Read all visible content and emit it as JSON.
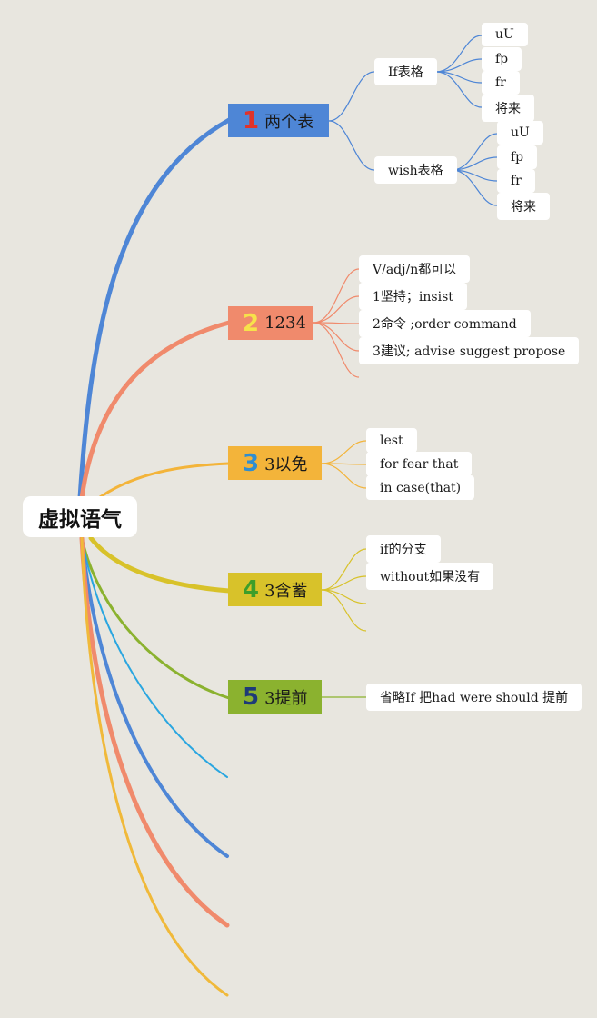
{
  "root": {
    "label": "虚拟语气"
  },
  "colors": {
    "blue": "#4e86d6",
    "salmon": "#f08a6c",
    "orange": "#f3b43a",
    "mustard": "#d8c22a",
    "olive": "#8bb22f",
    "cyan": "#2aa6e0",
    "yellow": "#f0b93a",
    "bg": "#e8e6df"
  },
  "branches": [
    {
      "num": "1",
      "label": "两个表",
      "fill": "#4e86d6",
      "num_color": "#e0332a"
    },
    {
      "num": "2",
      "label": "1234",
      "fill": "#f08a6c",
      "num_color": "#f7e24a"
    },
    {
      "num": "3",
      "label": "3以免",
      "fill": "#f3b43a",
      "num_color": "#2f8ed0"
    },
    {
      "num": "4",
      "label": "3含蓄",
      "fill": "#d8c22a",
      "num_color": "#3d9e2a"
    },
    {
      "num": "5",
      "label": "3提前",
      "fill": "#8bb22f",
      "num_color": "#1d3a78"
    }
  ],
  "b1": {
    "if_label": "If表格",
    "wish_label": "wish表格",
    "if_items": [
      "uU",
      "fp",
      "fr",
      "将来"
    ],
    "wish_items": [
      "uU",
      "fp",
      "fr",
      "将来"
    ]
  },
  "b2": {
    "items": [
      "V/adj/n都可以",
      "1坚持；insist",
      "2命令 ;order command",
      "3建议; advise suggest propose"
    ]
  },
  "b3": {
    "items": [
      "lest",
      "for fear that",
      "in case(that)"
    ]
  },
  "b4": {
    "items": [
      "if的分支",
      "without如果没有"
    ]
  },
  "b5": {
    "items": [
      "省略If 把had were should 提前"
    ]
  }
}
